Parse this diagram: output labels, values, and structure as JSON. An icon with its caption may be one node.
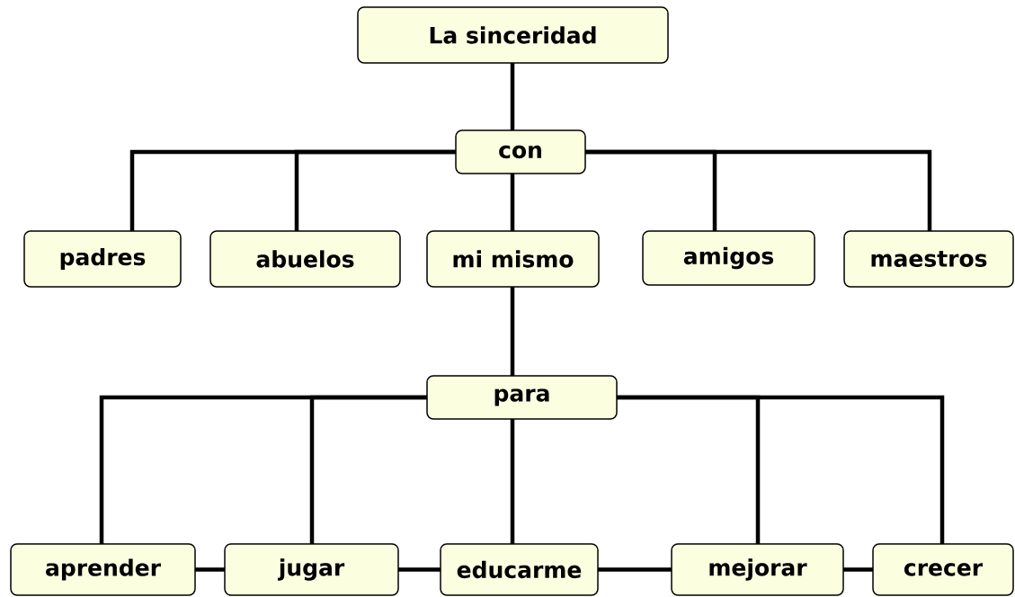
{
  "diagram": {
    "nodes": [
      {
        "text": [
          "La sinceridad"
        ]
      },
      {
        "text": [
          "con"
        ]
      },
      {
        "text": [
          "padres"
        ]
      },
      {
        "text": [
          "abuelos"
        ]
      },
      {
        "text": [
          "mi mismo"
        ]
      },
      {
        "text": [
          "amigos"
        ]
      },
      {
        "text": [
          "maestros"
        ]
      },
      {
        "text": [
          "para"
        ]
      },
      {
        "text": [
          "aprender"
        ]
      },
      {
        "text": [
          "jugar"
        ]
      },
      {
        "text": [
          "educarme"
        ]
      },
      {
        "text": [
          "mejorar"
        ]
      },
      {
        "text": [
          "crecer"
        ]
      }
    ],
    "edges": [
      {
        "from": 0,
        "to": 1,
        "arrow": "none"
      },
      {
        "from": 1,
        "to": 2,
        "arrow": "none"
      },
      {
        "from": 1,
        "to": 3,
        "arrow": "none"
      },
      {
        "from": 1,
        "to": 4,
        "arrow": "none"
      },
      {
        "from": 1,
        "to": 5,
        "arrow": "none"
      },
      {
        "from": 1,
        "to": 6,
        "arrow": "none"
      },
      {
        "from": 4,
        "to": 7,
        "arrow": "none"
      },
      {
        "from": 7,
        "to": 8,
        "arrow": "none"
      },
      {
        "from": 7,
        "to": 9,
        "arrow": "none"
      },
      {
        "from": 7,
        "to": 10,
        "arrow": "none"
      },
      {
        "from": 7,
        "to": 11,
        "arrow": "none"
      },
      {
        "from": 7,
        "to": 12,
        "arrow": "none"
      },
      {
        "from": 8,
        "to": 9,
        "arrow": "none"
      },
      {
        "from": 9,
        "to": 10,
        "arrow": "none"
      },
      {
        "from": 10,
        "to": 11,
        "arrow": "none"
      },
      {
        "from": 11,
        "to": 12,
        "arrow": "none"
      }
    ]
  }
}
